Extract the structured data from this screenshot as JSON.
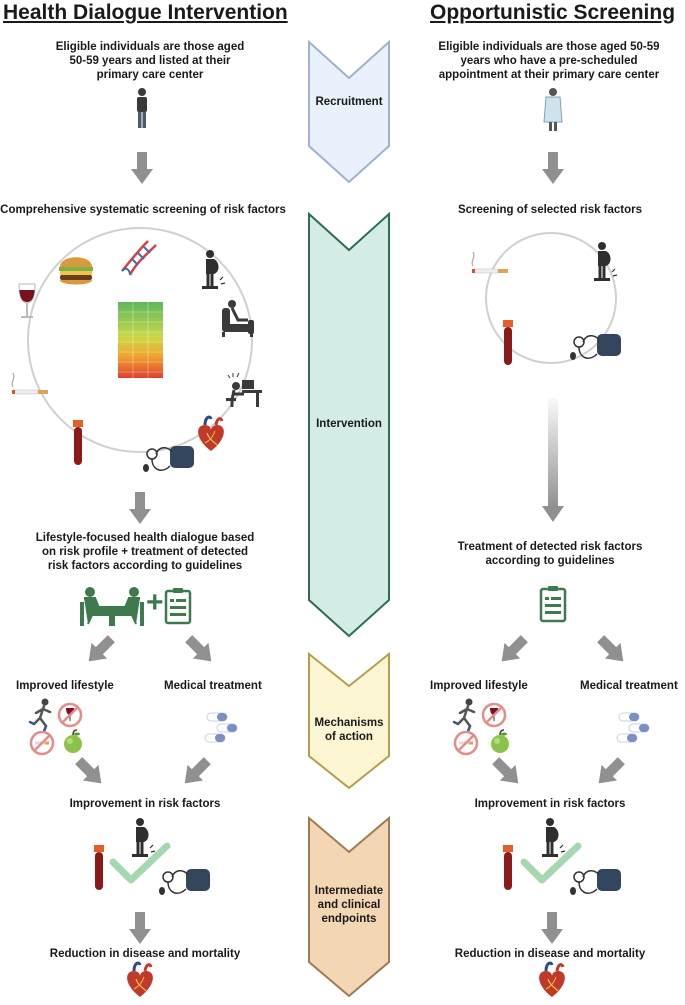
{
  "left": {
    "title": "Health Dialogue Intervention",
    "eligibility": [
      "Eligible individuals are those aged",
      "50-59 years and listed at their",
      "primary care center"
    ],
    "screening": "Comprehensive systematic screening of risk factors",
    "dialogue": [
      "Lifestyle-focused health dialogue based",
      "on risk profile + treatment of detected",
      "risk factors according to guidelines"
    ],
    "plus": "+",
    "improved_lifestyle": "Improved lifestyle",
    "medical_treatment": "Medical treatment",
    "improvement": "Improvement in risk factors",
    "reduction": "Reduction in disease and mortality"
  },
  "right": {
    "title": "Opportunistic Screening",
    "eligibility": [
      "Eligible individuals are those aged 50-59",
      "years who have a pre-scheduled",
      "appointment at their primary care center"
    ],
    "screening": "Screening of selected risk factors",
    "treatment": [
      "Treatment of detected risk factors",
      "according to guidelines"
    ],
    "improved_lifestyle": "Improved lifestyle",
    "medical_treatment": "Medical treatment",
    "improvement": "Improvement in risk factors",
    "reduction": "Reduction in disease and mortality"
  },
  "stages": {
    "recruitment": "Recruitment",
    "intervention": "Intervention",
    "mechanisms": [
      "Mechanisms",
      "of action"
    ],
    "endpoints": [
      "Intermediate",
      "and clinical",
      "endpoints"
    ]
  },
  "colors": {
    "recruitment_fill": "#e9f1fc",
    "recruitment_stroke": "#9fb2cc",
    "intervention_fill": "#d3ede6",
    "intervention_stroke": "#2f6b57",
    "mechanisms_fill": "#fbf5d3",
    "mechanisms_stroke": "#b59e49",
    "endpoints_fill": "#f3d6b3",
    "endpoints_stroke": "#9c7a56",
    "arrow": "#909090",
    "dialogue_green": "#3e7a4e",
    "check_green": "#a6d8b0"
  }
}
